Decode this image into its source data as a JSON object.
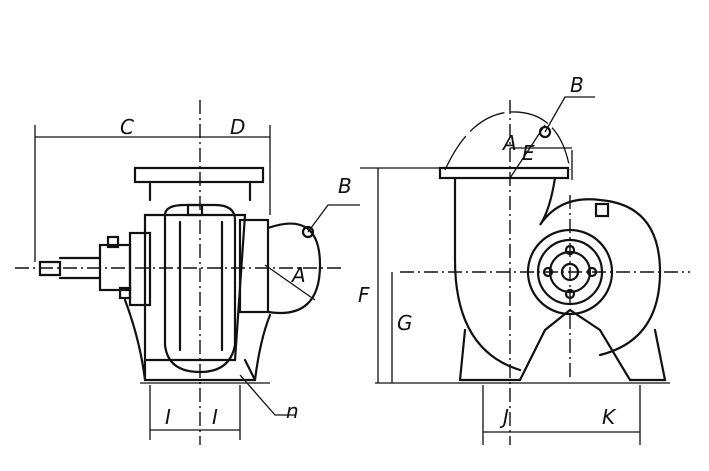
{
  "side_view": {
    "labels": {
      "c": "C",
      "d": "D",
      "b": "B",
      "a": "A",
      "i1": "I",
      "i2": "I",
      "n": "n"
    }
  },
  "front_view": {
    "labels": {
      "b": "B",
      "a": "A",
      "e": "E",
      "f": "F",
      "g": "G",
      "j": "J",
      "k": "K"
    }
  }
}
